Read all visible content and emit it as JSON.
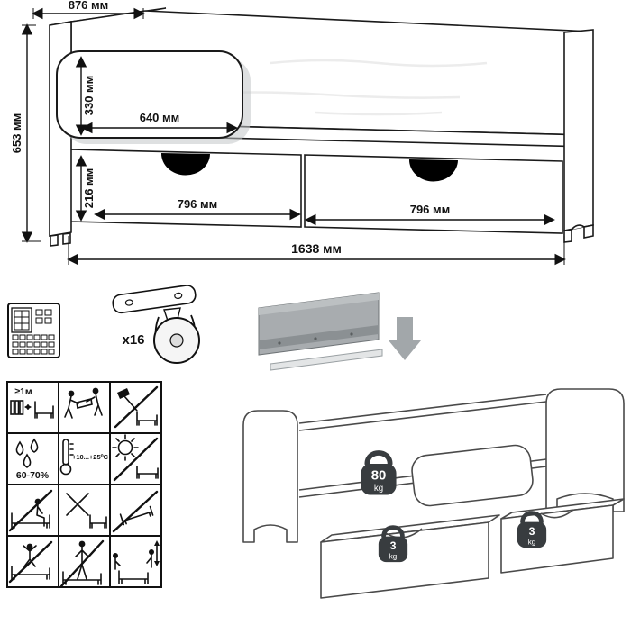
{
  "dimensions": {
    "depth": "876 мм",
    "height": "653 мм",
    "rail_height": "330 мм",
    "rail_length": "640 мм",
    "drawer_height": "216 мм",
    "drawer_left_width": "796 мм",
    "drawer_right_width": "796 мм",
    "total_length": "1638 мм"
  },
  "hardware": {
    "caster_quantity": "x16"
  },
  "care_pictograms": {
    "heater_distance": "≥1м",
    "humidity_range": "60-70%",
    "temperature_range": "+10...+25⁰C"
  },
  "weight_limits": {
    "bed_value": "80",
    "bed_unit": "kg",
    "left_drawer_value": "3",
    "left_drawer_unit": "kg",
    "right_drawer_value": "3",
    "right_drawer_unit": "kg"
  }
}
